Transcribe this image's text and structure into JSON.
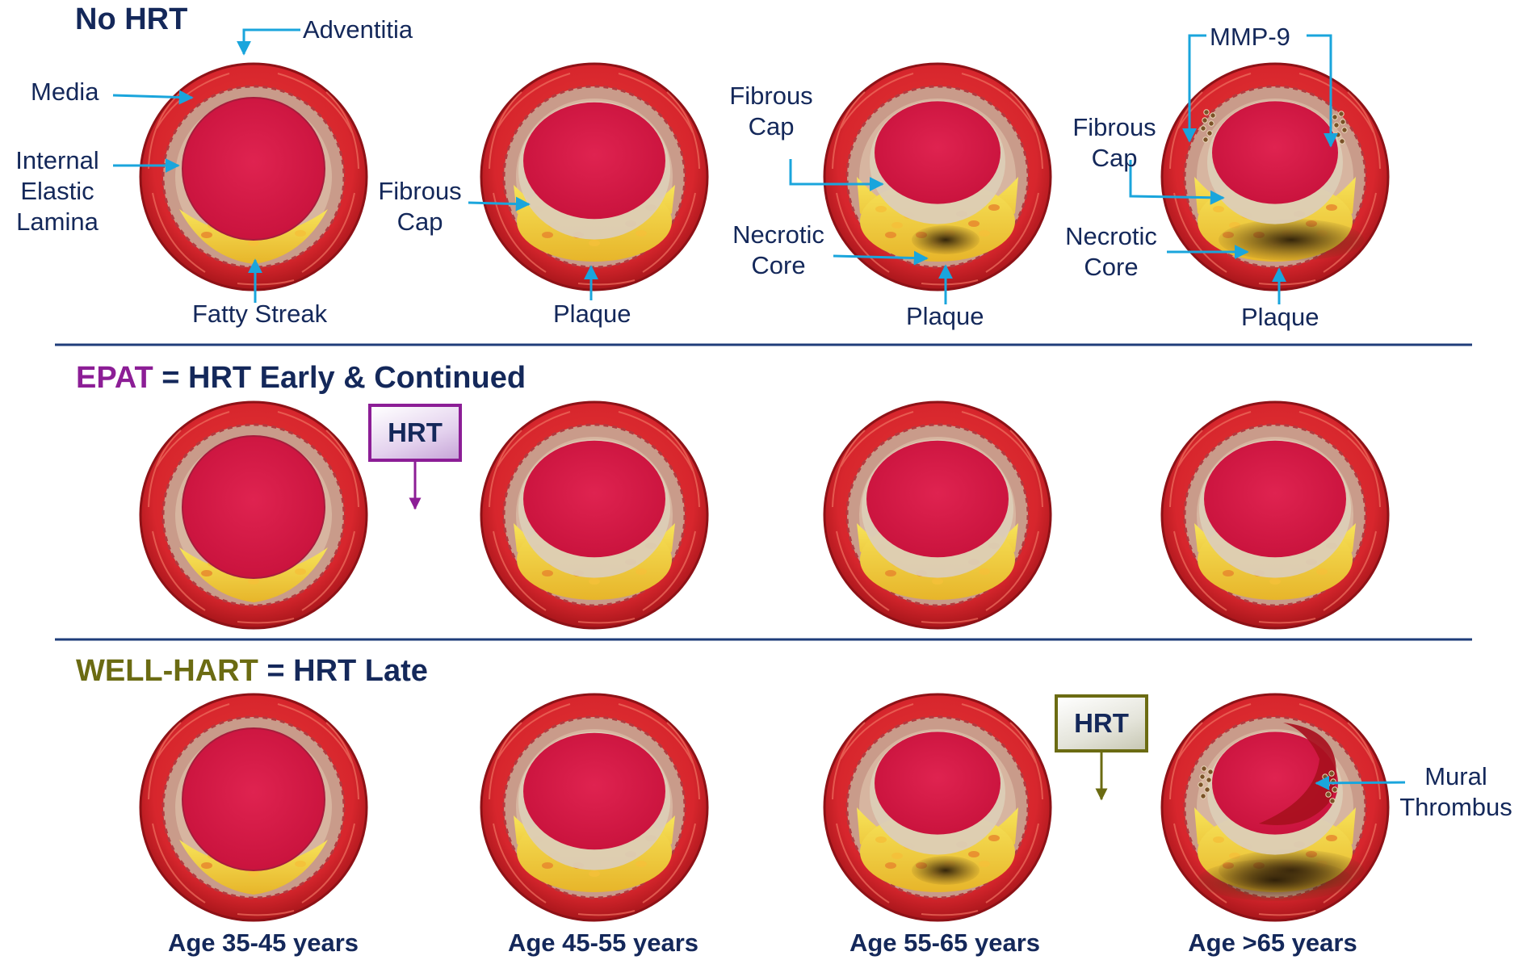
{
  "rows": {
    "no_hrt": {
      "title": "No HRT"
    },
    "epat": {
      "name": "EPAT",
      "rest": " = HRT Early & Continued",
      "name_color": "#8c1e96"
    },
    "well_hart": {
      "name": "WELL-HART",
      "rest": " = HRT Late",
      "name_color": "#6b6b12"
    }
  },
  "labels": {
    "adventitia": "Adventitia",
    "media": "Media",
    "internal_elastic_lamina": [
      "Internal",
      "Elastic",
      "Lamina"
    ],
    "fatty_streak": "Fatty Streak",
    "fibrous_cap": [
      "Fibrous",
      "Cap"
    ],
    "plaque": "Plaque",
    "necrotic_core": [
      "Necrotic",
      "Core"
    ],
    "mmp9": "MMP-9",
    "mural_thrombus": [
      "Mural",
      "Thrombus"
    ]
  },
  "hrt_box": {
    "label": "HRT"
  },
  "ages": [
    "Age 35-45 years",
    "Age 45-55 years",
    "Age 55-65 years",
    "Age >65 years"
  ],
  "colors": {
    "text": "#14285a",
    "arrow": "#1aa5dc",
    "divider": "#1f3d7a",
    "artery_outer": "#d7262d",
    "lumen": "#d51b4a",
    "media": "#c99b8a",
    "plaque": "#f2d63a",
    "fibrous_cap": "#d9c7ae",
    "necrotic_core": "#3a2a12",
    "thrombus": "#a8101e",
    "epat": "#8c1e96",
    "well_hart": "#6b6b12"
  },
  "arteries": [
    {
      "row": 0,
      "stage": 1
    },
    {
      "row": 0,
      "stage": 2
    },
    {
      "row": 0,
      "stage": 3
    },
    {
      "row": 0,
      "stage": 4
    },
    {
      "row": 1,
      "stage": 1
    },
    {
      "row": 1,
      "stage": 2
    },
    {
      "row": 1,
      "stage": 2
    },
    {
      "row": 1,
      "stage": 2
    },
    {
      "row": 2,
      "stage": 1
    },
    {
      "row": 2,
      "stage": 2
    },
    {
      "row": 2,
      "stage": 3
    },
    {
      "row": 2,
      "stage": 5
    }
  ]
}
